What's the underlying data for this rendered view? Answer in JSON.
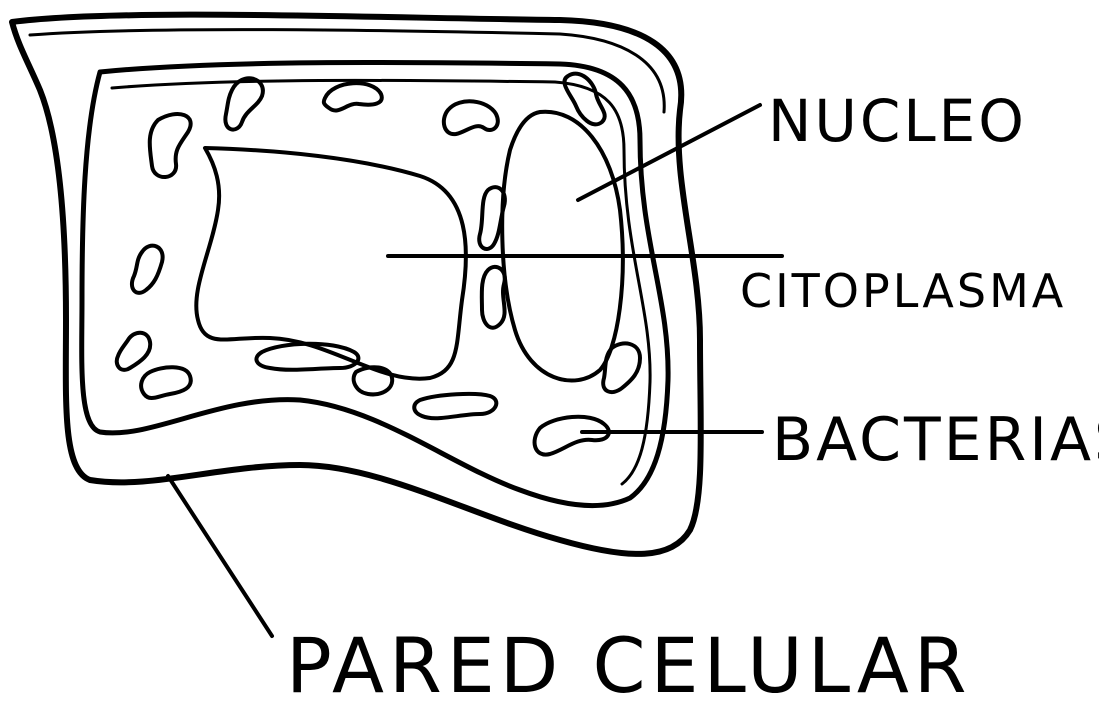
{
  "diagram": {
    "labels": {
      "nucleo": "NUCLEO",
      "citoplasma": "CITOPLASMA",
      "bacterias": "BACTERIAS",
      "pared_celular": "PARED CELULAR"
    },
    "colors": {
      "ink": "#000000",
      "background": "#ffffff"
    }
  }
}
